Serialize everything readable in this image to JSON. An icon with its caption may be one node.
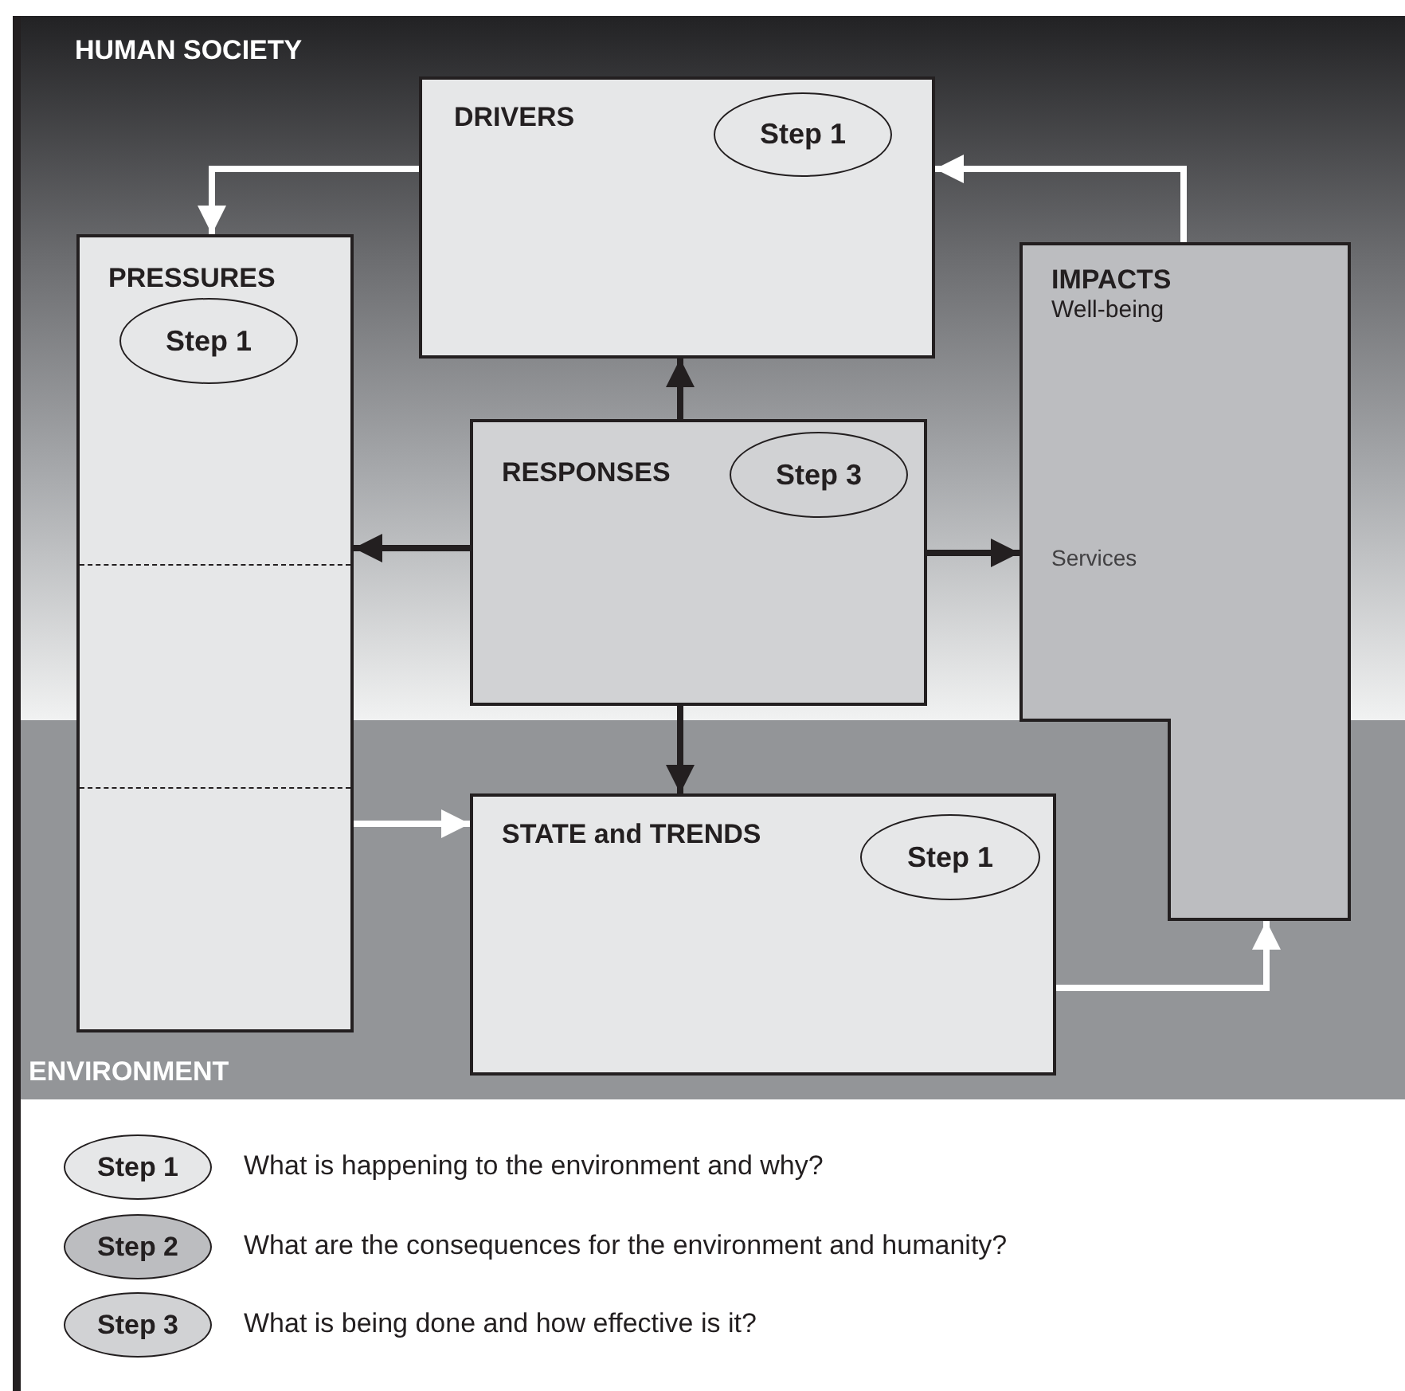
{
  "diagram": {
    "nodes": [
      {
        "text": [
          "DRIVERS"
        ]
      },
      {
        "text": [
          "Step 1"
        ],
        "in": 0
      },
      {
        "text": [
          "PRESSURES"
        ]
      },
      {
        "text": [
          "Step 1"
        ],
        "in": 2
      },
      {
        "text": [
          "IMPACTS",
          "Well-being",
          "Services"
        ]
      },
      {
        "text": [
          "RESPONSES"
        ]
      },
      {
        "text": [
          "Step 3"
        ],
        "in": 5
      },
      {
        "text": [
          "STATE and TRENDS"
        ]
      },
      {
        "text": [
          "Step 1"
        ],
        "in": 7
      },
      {
        "text": [
          "Step 1"
        ],
        "beside": [
          "What is happening to the environment and why?"
        ]
      },
      {
        "text": [
          "Step 2"
        ],
        "beside": [
          "What are the consequences for the environment and humanity?"
        ]
      },
      {
        "text": [
          "Step 3"
        ],
        "beside": [
          "What is being done and how effective is it?"
        ]
      }
    ],
    "edges": [
      {
        "from": 0,
        "to": 2,
        "arrow": "to",
        "color": "#ffffff"
      },
      {
        "from": 2,
        "to": 7,
        "arrow": "to",
        "color": "#ffffff"
      },
      {
        "from": 7,
        "to": 4,
        "arrow": "to",
        "color": "#ffffff"
      },
      {
        "from": 4,
        "to": 0,
        "arrow": "to",
        "color": "#ffffff"
      },
      {
        "from": 5,
        "to": 0,
        "arrow": "to",
        "color": "#231f20"
      },
      {
        "from": 5,
        "to": 2,
        "arrow": "to",
        "color": "#231f20"
      },
      {
        "from": 5,
        "to": 4,
        "arrow": "to",
        "color": "#231f20"
      },
      {
        "from": 5,
        "to": 7,
        "arrow": "to",
        "color": "#231f20"
      }
    ],
    "labels": [
      "HUMAN SOCIETY",
      "ENVIRONMENT"
    ]
  }
}
